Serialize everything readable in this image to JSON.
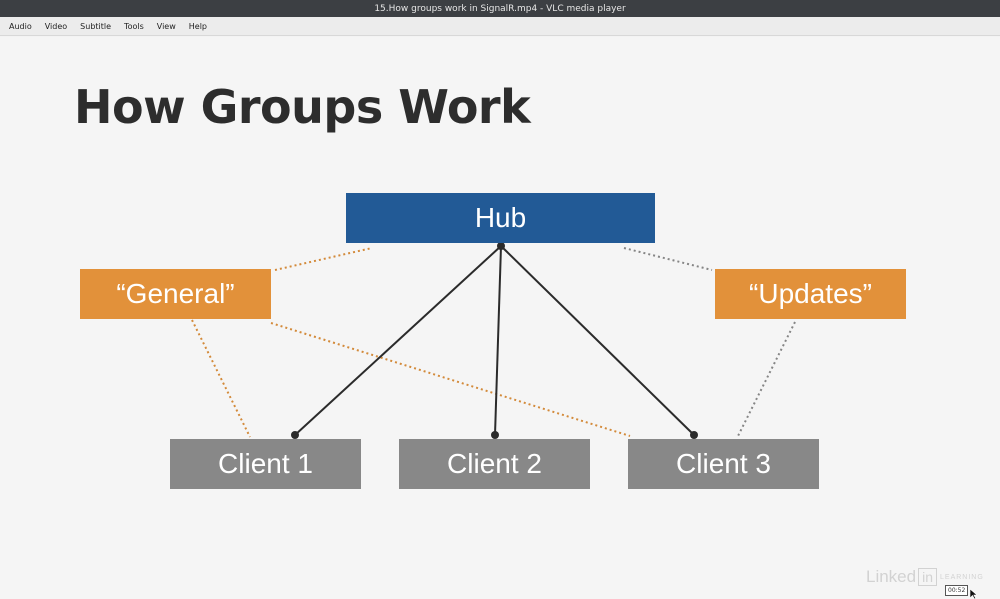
{
  "window": {
    "title": "15.How groups work in SignalR.mp4 - VLC media player"
  },
  "menu": {
    "items": [
      "Audio",
      "Video",
      "Subtitle",
      "Tools",
      "View",
      "Help"
    ]
  },
  "slide": {
    "title": "How Groups Work",
    "hub": "Hub",
    "groups": [
      "“General”",
      "“Updates”"
    ],
    "clients": [
      "Client 1",
      "Client 2",
      "Client 3"
    ]
  },
  "watermark": {
    "brand": "Linked",
    "in": "in",
    "sub": "LEARNING"
  },
  "player": {
    "time_tooltip": "00:52"
  },
  "colors": {
    "hub": "#225a96",
    "group": "#e2913a",
    "client": "#888888",
    "title_text": "#2d2d2d"
  },
  "icons": [
    "mouse-cursor-icon"
  ]
}
